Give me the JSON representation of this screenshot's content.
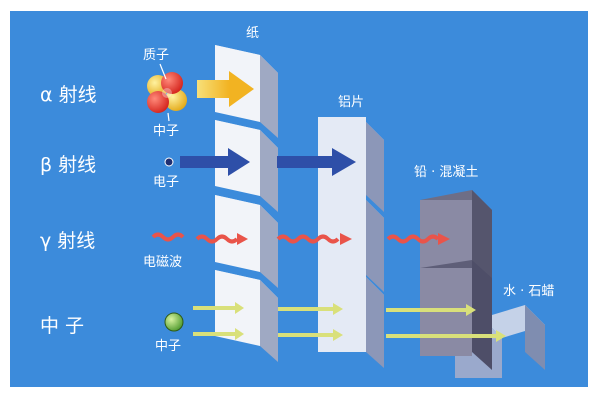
{
  "rows": [
    {
      "label": "α 射线"
    },
    {
      "label": "β 射线"
    },
    {
      "label": "γ 射线"
    },
    {
      "label": "中  子"
    }
  ],
  "particles": {
    "proton": "质子",
    "neutron": "中子",
    "electron": "电子",
    "em_wave": "电磁波",
    "neutron2": "中子"
  },
  "barriers": {
    "paper": "纸",
    "aluminum": "铝片",
    "lead_concrete": "铅 · 混凝土",
    "water_paraffin": "水 · 石蜡"
  },
  "colors": {
    "background": "#3C8BDB",
    "alpha_arrow": "#F2B322",
    "beta_arrow": "#2E4FA8",
    "gamma_arrow": "#E9544A",
    "neutron_arrow": "#D9E07A"
  }
}
